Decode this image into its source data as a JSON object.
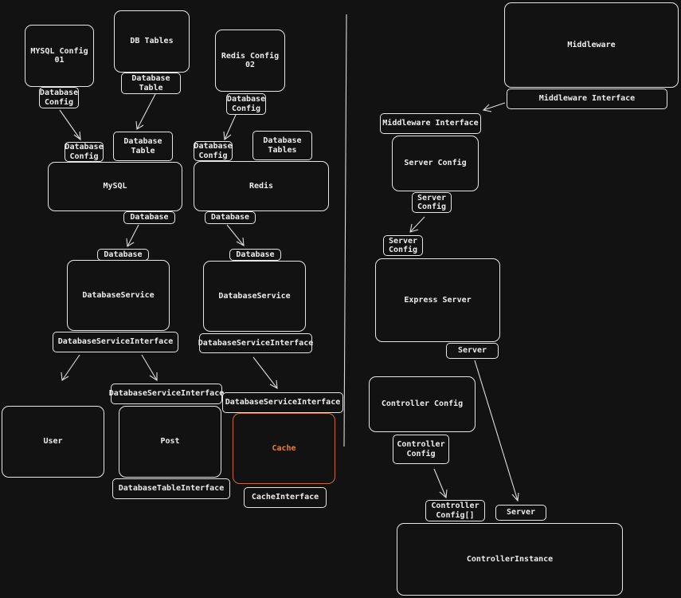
{
  "diagram": {
    "nodes": {
      "mysql_config": "MYSQL Config\n01",
      "db_tables": "DB Tables",
      "redis_config": "Redis Config\n02",
      "mysql_database_config_out": "Database\nConfig",
      "db_tables_table_out": "Database\nTable",
      "redis_database_config_out": "Database\nConfig",
      "mysql_database_config_in": "Database\nConfig",
      "mysql_table_in": "Database\nTable",
      "redis_database_config_in": "Database\nConfig",
      "redis_tables_in": "Database\nTables",
      "mysql": "MySQL",
      "redis": "Redis",
      "mysql_database_out": "Database",
      "redis_database_out": "Database",
      "service1_database_in": "Database",
      "service2_database_in": "Database",
      "service1": "DatabaseService",
      "service2": "DatabaseService",
      "service1_interface_out": "DatabaseServiceInterface",
      "service2_interface_out": "DatabaseServiceInterface",
      "post_interface_in": "DatabaseServiceInterface",
      "cache_interface_in": "DatabaseServiceInterface",
      "user": "User",
      "post": "Post",
      "cache": "Cache",
      "post_table_interface": "DatabaseTableInterface",
      "cache_interface": "CacheInterface",
      "middleware": "Middleware",
      "middleware_interface_out": "Middleware Interface",
      "middleware_interface_in": "Middleware Interface",
      "server_config": "Server Config",
      "server_config_out": "Server\nConfig",
      "express_server_config_in": "Server\nConfig",
      "express_server": "Express Server",
      "express_server_out": "Server",
      "controller_config": "Controller Config",
      "controller_config_out": "Controller\nConfig",
      "controller_instance_config_in": "Controller\nConfig[]",
      "controller_instance_server_in": "Server",
      "controller_instance": "ControllerInstance"
    },
    "colors": {
      "background": "#121212",
      "stroke": "#e6e6e6",
      "accent": "#e2803f"
    }
  }
}
